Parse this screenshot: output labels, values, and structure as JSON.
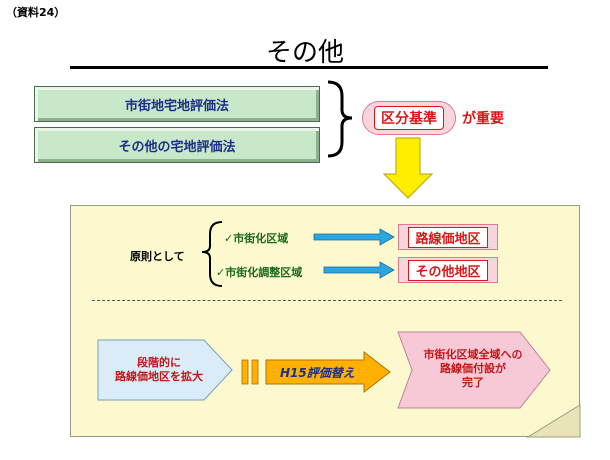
{
  "doc_label": "（資料24）",
  "title": "その他",
  "methods": [
    "市街地宅地評価法",
    "その他の宅地評価法"
  ],
  "criterion": "区分基準",
  "criterion_suffix": "が重要",
  "principle": "原則として",
  "areas": [
    {
      "label": "✓市街化区域",
      "district": "路線価地区"
    },
    {
      "label": "✓市街化調整区域",
      "district": "その他地区"
    }
  ],
  "step_left": [
    "段階的に",
    "路線価地区を拡大"
  ],
  "step_middle": "H15評価替え",
  "step_right": [
    "市街化区域全域への",
    "路線価付設が",
    "完了"
  ],
  "colors": {
    "accent_red": "#d81818",
    "navy": "#1c2f8a",
    "green_box": "#c9e7c9",
    "pink": "#f7d6dd",
    "panel": "#fcf9cf"
  }
}
